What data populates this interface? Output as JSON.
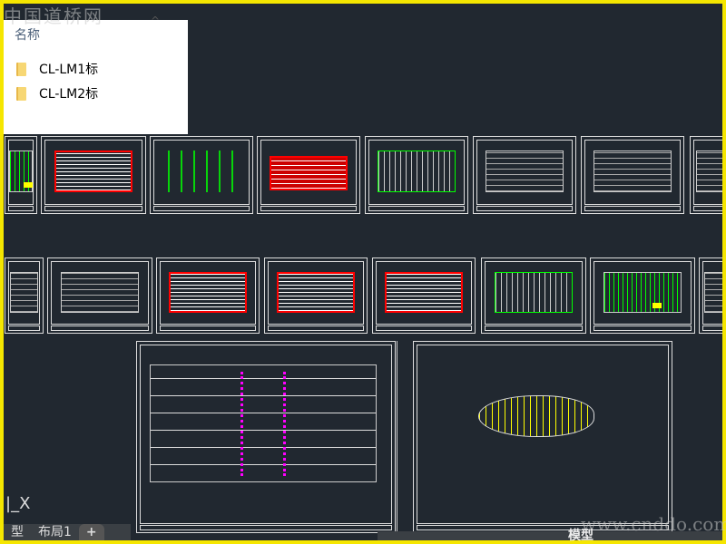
{
  "watermarks": {
    "top": "中国道桥网",
    "bottom": "www.cnddo.com"
  },
  "explorer": {
    "column_header": "名称",
    "folders": [
      {
        "name": "CL-LM1标"
      },
      {
        "name": "CL-LM2标"
      }
    ]
  },
  "tabs": {
    "model_partial": "型",
    "layout1": "布局1",
    "add": "+"
  },
  "status": {
    "model": "模型"
  },
  "ucs": {
    "label": "X"
  },
  "colors": {
    "background": "#212830",
    "frame": "#f5e600",
    "drawing_yellow": "#ffff00",
    "drawing_green": "#00ff00",
    "drawing_red": "#ff0000",
    "drawing_magenta": "#ff00ff"
  }
}
